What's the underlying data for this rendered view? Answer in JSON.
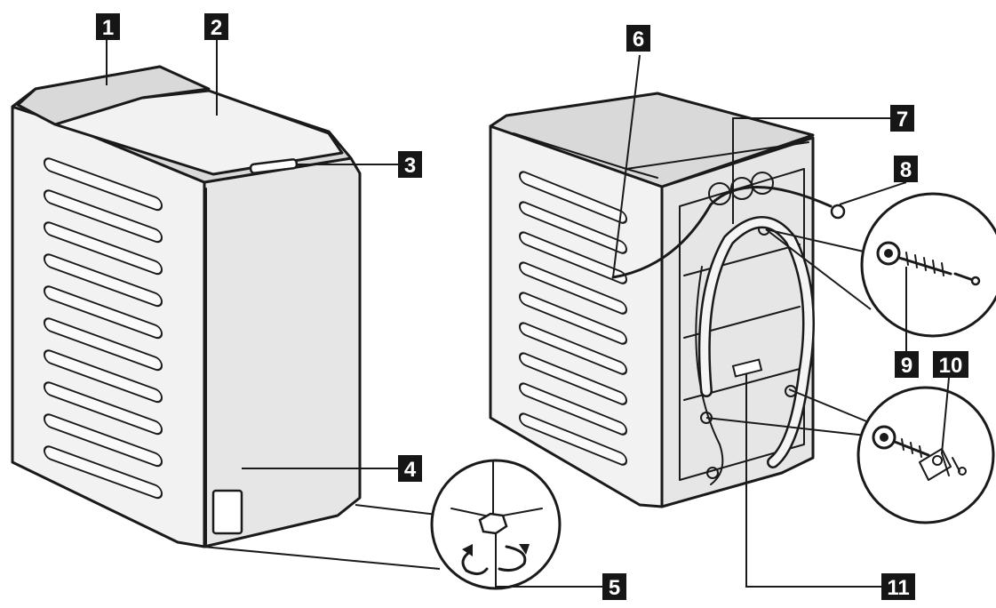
{
  "callouts": [
    {
      "id": "1",
      "label": "1"
    },
    {
      "id": "2",
      "label": "2"
    },
    {
      "id": "3",
      "label": "3"
    },
    {
      "id": "4",
      "label": "4"
    },
    {
      "id": "5",
      "label": "5"
    },
    {
      "id": "6",
      "label": "6"
    },
    {
      "id": "7",
      "label": "7"
    },
    {
      "id": "8",
      "label": "8"
    },
    {
      "id": "9a",
      "label": "9"
    },
    {
      "id": "10",
      "label": "10"
    },
    {
      "id": "11",
      "label": "11"
    }
  ],
  "colors": {
    "line": "#1a1a1a",
    "callout_bg": "#161616",
    "callout_text": "#ffffff",
    "body": "#e6e6e6"
  }
}
